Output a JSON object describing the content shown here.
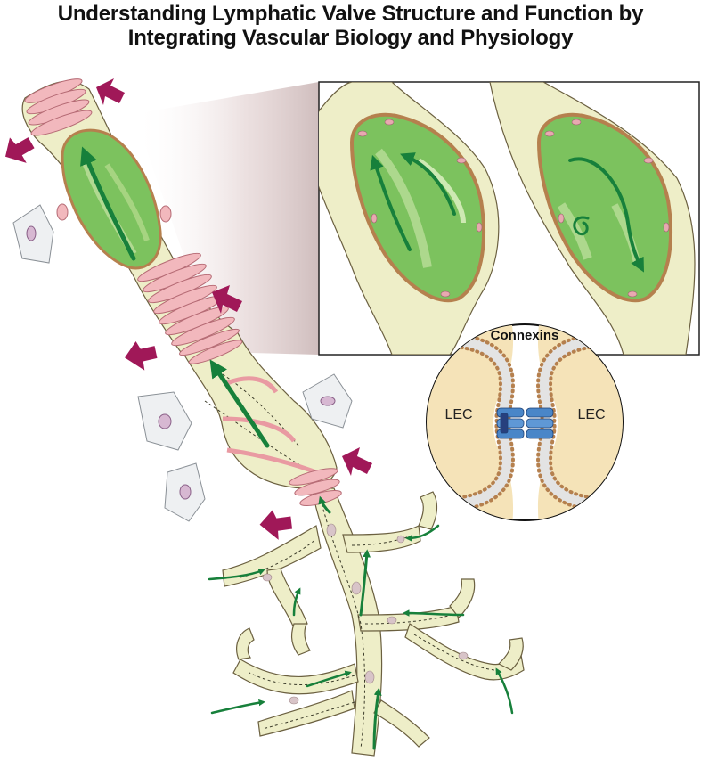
{
  "title": {
    "line1": "Understanding  Lymphatic Valve Structure and Function by",
    "line2": "Integrating Vascular Biology and Physiology"
  },
  "inset": {
    "connexins_label": "Connexins",
    "left_cell_label": "LEC",
    "right_cell_label": "LEC"
  },
  "colors": {
    "vessel_fill": "#eeeec8",
    "valve_green": "#7cc25e",
    "arrow_green": "#17803b",
    "smooth_muscle_pink": "#f2b8bd",
    "pressure_arrow": "#a01858",
    "cell_fill": "#f5e3b8",
    "membrane_brown": "#b5804e",
    "connexin_blue": "#4a86c8"
  }
}
